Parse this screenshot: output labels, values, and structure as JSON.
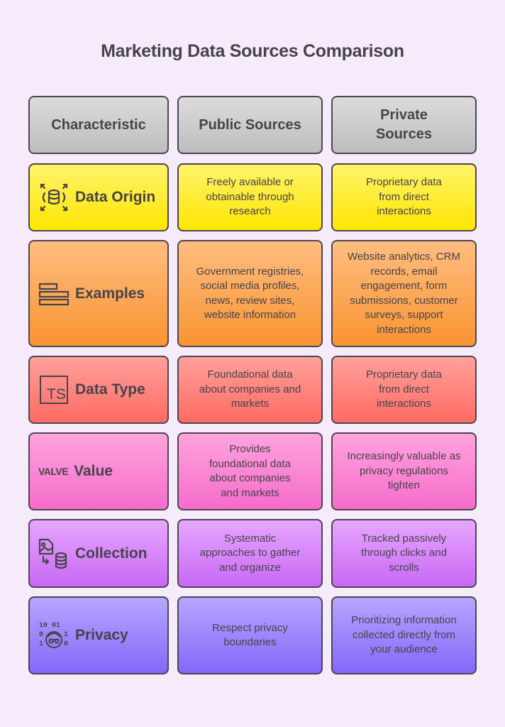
{
  "title": "Marketing Data Sources Comparison",
  "headers": {
    "characteristic": "Characteristic",
    "public": "Public Sources",
    "private": "Private Sources"
  },
  "rows": [
    {
      "label": "Data Origin",
      "icon": "database-expand-icon",
      "color": "#ffee33",
      "public": "Freely available or obtainable through research",
      "private": "Proprietary data from direct interactions"
    },
    {
      "label": "Examples",
      "icon": "list-bars-icon",
      "color": "#fca75a",
      "public": "Government registries, social media profiles, news, review sites, website information",
      "private": "Website analytics, CRM records, email engagement, form submissions, customer surveys, support interactions"
    },
    {
      "label": "Data Type",
      "icon": "ts-box-icon",
      "color": "#ff8680",
      "public": "Foundational data about companies and markets",
      "private": "Proprietary data from direct interactions"
    },
    {
      "label": "Value",
      "icon": "valve-text-icon",
      "icon_text": "VALVE",
      "color": "#fa88d4",
      "public": "Provides foundational data about companies and markets",
      "private": "Increasingly valuable as privacy regulations tighten"
    },
    {
      "label": "Collection",
      "icon": "image-to-database-icon",
      "color": "#d889f9",
      "public": "Systematic approaches to gather and organize",
      "private": "Tracked passively through clicks and scrolls"
    },
    {
      "label": "Privacy",
      "icon": "binary-anonymous-icon",
      "icon_text": [
        "1 0 0 1",
        "0",
        "1",
        "1",
        "0"
      ],
      "color": "#9d87fc",
      "public": "Respect privacy boundaries",
      "private": "Prioritizing information collected directly from your audience"
    }
  ]
}
